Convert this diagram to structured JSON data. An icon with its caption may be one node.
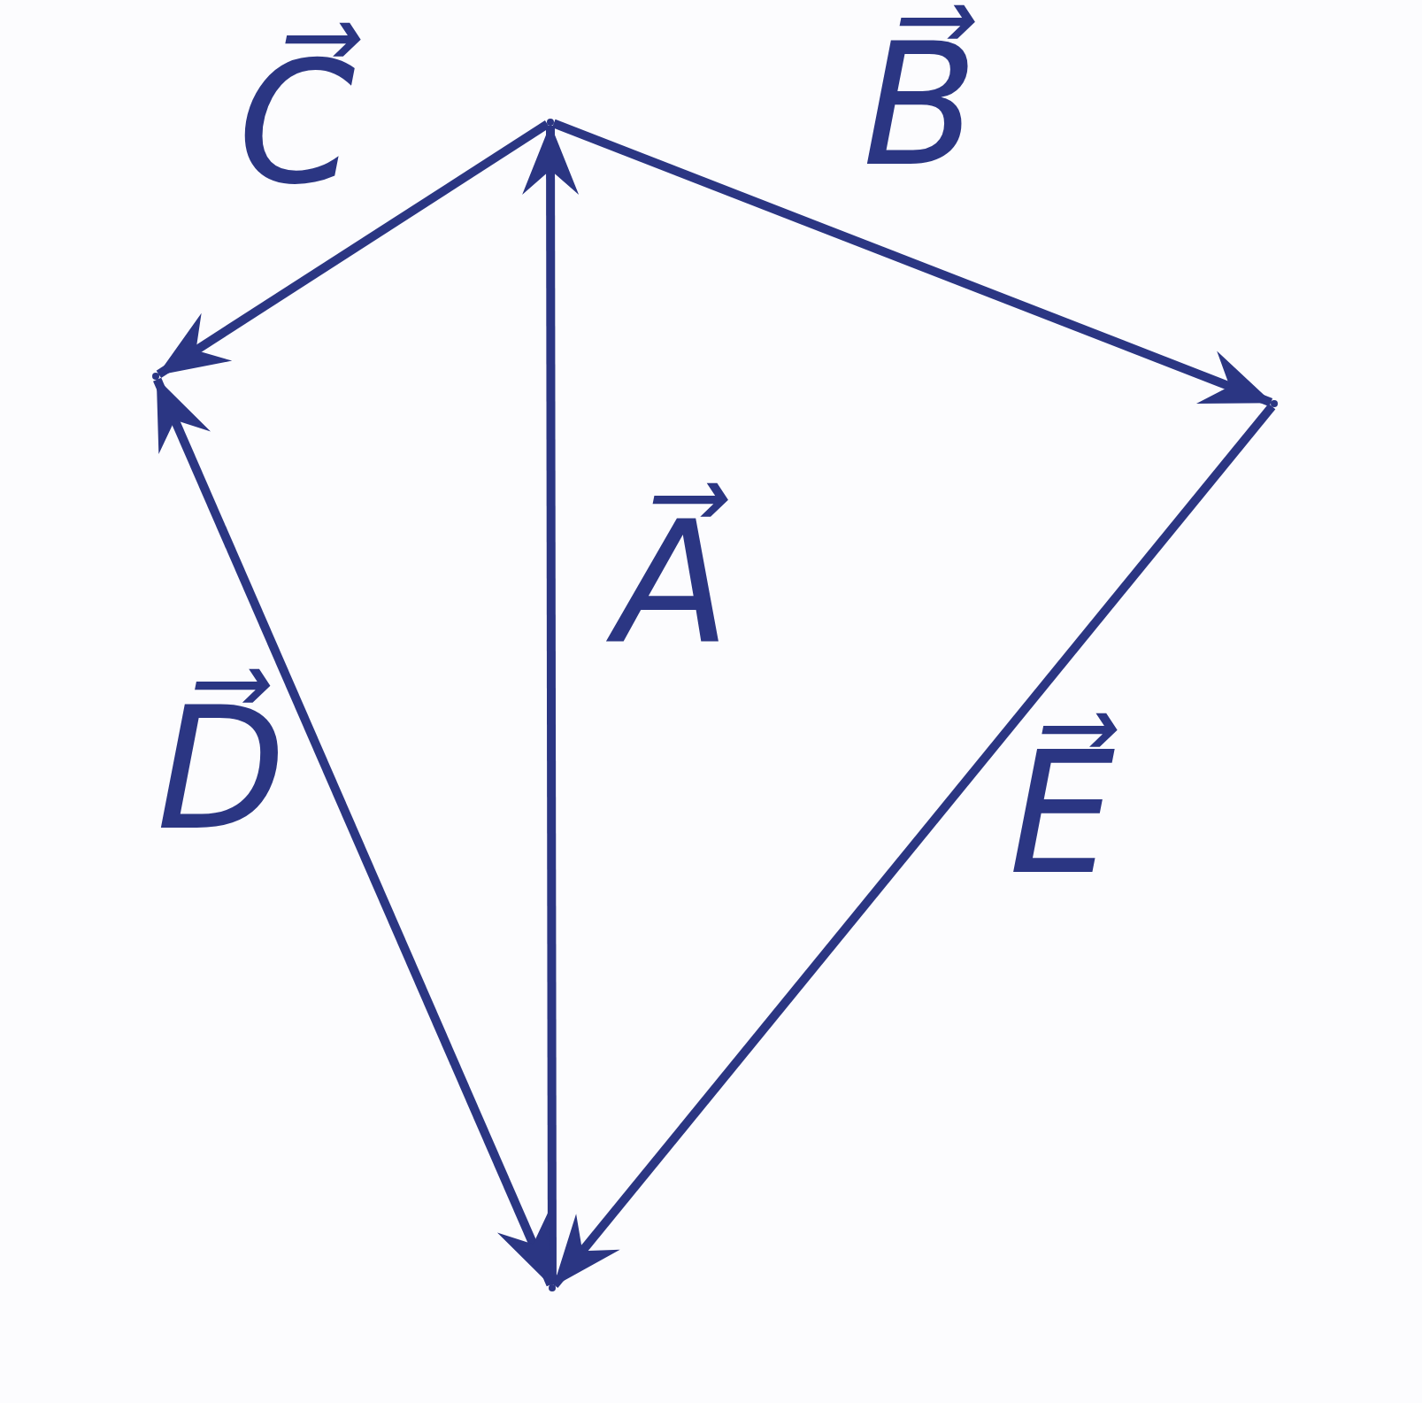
{
  "diagram": {
    "nodes": [
      {
        "text": [],
        "shape": "point"
      },
      {
        "text": [],
        "shape": "point"
      },
      {
        "text": [],
        "shape": "point"
      },
      {
        "text": [],
        "shape": "point"
      }
    ],
    "edges": [
      {
        "from": 3,
        "to": 0,
        "arrow": "to",
        "label": "A⃗"
      },
      {
        "from": 0,
        "to": 2,
        "arrow": "to",
        "label": "B⃗"
      },
      {
        "from": 0,
        "to": 1,
        "arrow": "to",
        "label": "C⃗"
      },
      {
        "from": 3,
        "to": 1,
        "arrow": "both",
        "label": "D⃗"
      },
      {
        "from": 2,
        "to": 3,
        "arrow": "to",
        "label": "E⃗"
      }
    ]
  }
}
